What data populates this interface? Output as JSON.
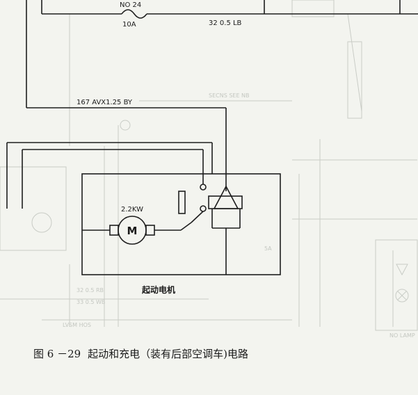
{
  "labels": {
    "fuse_ref": "NO 24",
    "fuse_rating": "10A",
    "wire_top": "32 0.5 LB",
    "wire_feed": "167 AVX1.25 BY",
    "motor_power": "2.2KW",
    "motor_symbol": "M",
    "module_title": "起动电机"
  },
  "caption": {
    "figure_no": "图 6 －29",
    "title": "起动和充电（装有后部空调车)电路"
  },
  "colors": {
    "ink": "#1e1e1e",
    "paper": "#f3f4ef",
    "bleed": "#c9ccc6"
  }
}
